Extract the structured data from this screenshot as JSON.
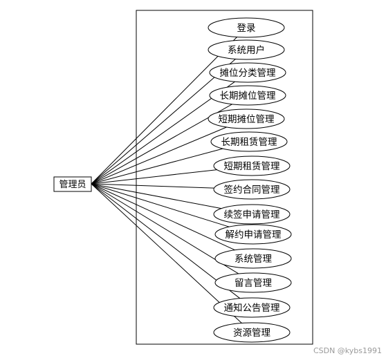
{
  "actor": {
    "label": "管理员"
  },
  "use_cases": [
    "登录",
    "系统用户",
    "摊位分类管理",
    "长期摊位管理",
    "短期摊位管理",
    "长期租赁管理",
    "短期租赁管理",
    "签约合同管理",
    "续签申请管理",
    "解约申请管理",
    "系统管理",
    "留言管理",
    "通知公告管理",
    "资源管理"
  ],
  "watermark": "CSDN @kybs1991"
}
